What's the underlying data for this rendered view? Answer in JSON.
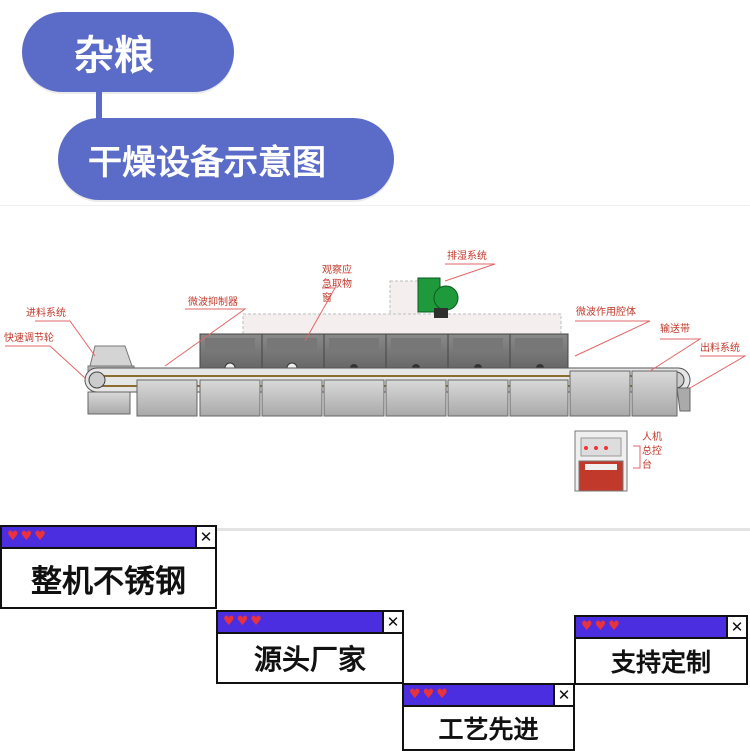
{
  "header": {
    "title": "杂粮",
    "subtitle": "干燥设备示意图"
  },
  "diagram": {
    "labels": {
      "feed_system": "进料系统",
      "speed_wheel": "快速调节轮",
      "suppressor": "微波抑制器",
      "observe_1": "观察应",
      "observe_2": "急取物",
      "observe_3": "窗",
      "exhaust": "排湿系统",
      "cavity": "微波作用腔体",
      "conveyor": "输送带",
      "discharge": "出料系统",
      "control_1": "人机",
      "control_2": "总控",
      "control_3": "台"
    }
  },
  "features": [
    {
      "label": "整机不锈钢",
      "hearts": "♥♥♥",
      "close": "✕"
    },
    {
      "label": "源头厂家",
      "hearts": "♥♥♥",
      "close": "✕"
    },
    {
      "label": "支持定制",
      "hearts": "♥♥♥",
      "close": "✕"
    },
    {
      "label": "工艺先进",
      "hearts": "♥♥♥",
      "close": "✕"
    }
  ],
  "colors": {
    "accent": "#5b6cc8",
    "window_bar": "#4b2ee0",
    "heart": "#e8323c",
    "label_red": "#c0392b",
    "fan_green": "#1e9a3c"
  }
}
